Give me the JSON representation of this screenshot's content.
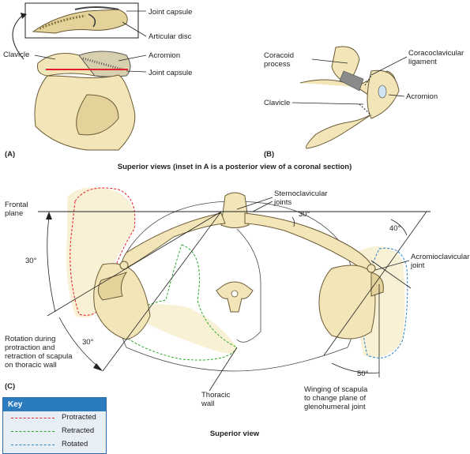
{
  "panel_a": {
    "label": "(A)",
    "inset_labels": {
      "joint_capsule_top": "Joint capsule",
      "articular_disc": "Articular disc"
    },
    "labels": {
      "clavicle": "Clavicle",
      "acromion": "Acromion",
      "joint_capsule_bottom": "Joint capsule"
    }
  },
  "panel_b": {
    "label": "(B)",
    "labels": {
      "coracoid_process_line1": "Coracoid",
      "coracoid_process_line2": "process",
      "coracoclavicular_line1": "Coracoclavicular",
      "coracoclavicular_line2": "ligament",
      "clavicle": "Clavicle",
      "acromion": "Acromion"
    }
  },
  "caption_ab": "Superior views (inset in A is a posterior view of a coronal section)",
  "panel_c": {
    "label": "(C)",
    "labels": {
      "frontal_plane_line1": "Frontal",
      "frontal_plane_line2": "plane",
      "sternoclavicular_line1": "Sternoclavicular",
      "sternoclavicular_line2": "joints",
      "acromioclavicular_line1": "Acromioclavicular",
      "acromioclavicular_line2": "joint",
      "rotation_line1": "Rotation during",
      "rotation_line2": "protraction and",
      "rotation_line3": "retraction of scapula",
      "rotation_line4": "on thoracic wall",
      "thoracic_line1": "Thoracic",
      "thoracic_line2": "wall",
      "winging_line1": "Winging of scapula",
      "winging_line2": "to change plane of",
      "winging_line3": "glenohumeral joint"
    },
    "angles": {
      "left_upper": "30°",
      "left_lower": "30°",
      "clavicle_angle": "30°",
      "right_upper": "40°",
      "bottom": "50°"
    },
    "caption": "Superior view"
  },
  "key": {
    "title": "Key",
    "items": [
      {
        "label": "Protracted",
        "color": "#e0202a"
      },
      {
        "label": "Retracted",
        "color": "#2fa82a"
      },
      {
        "label": "Rotated",
        "color": "#2e86c9"
      }
    ]
  },
  "colors": {
    "bone": "#f2e6b9",
    "joint_line": "#e0202a",
    "key_header": "#2b7bbf"
  }
}
